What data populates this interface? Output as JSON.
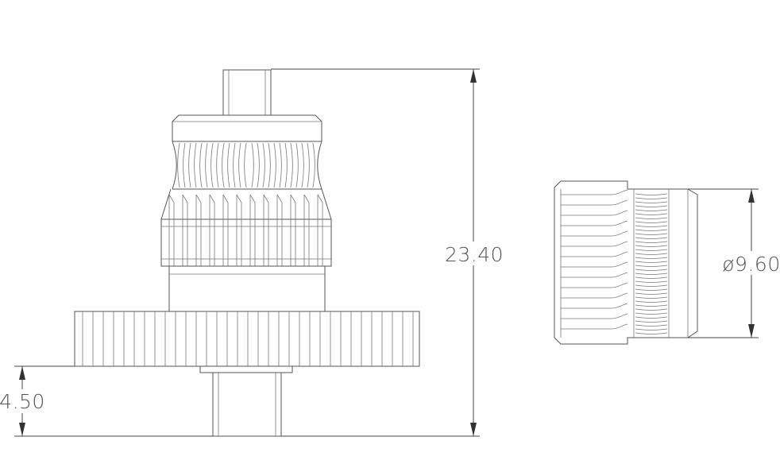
{
  "dimensions": {
    "height_total": "23.40",
    "shaft_height": "4.50",
    "diameter": "ø9.60"
  },
  "colors": {
    "line": "#555555",
    "background": "#ffffff"
  }
}
